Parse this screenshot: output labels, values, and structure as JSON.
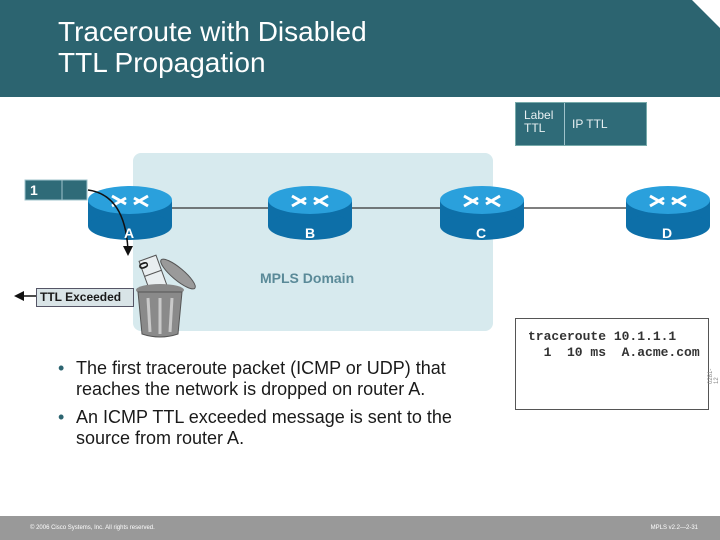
{
  "header": {
    "title_line1": "Traceroute with Disabled",
    "title_line2": "TTL Propagation"
  },
  "legend": {
    "label_ttl": "Label TTL",
    "ip_ttl": "IP TTL"
  },
  "packet": {
    "initial_ttl": "1",
    "decremented_ttl": "0"
  },
  "routers": [
    {
      "name": "A"
    },
    {
      "name": "B"
    },
    {
      "name": "C"
    },
    {
      "name": "D"
    }
  ],
  "domain_label": "MPLS Domain",
  "ttl_exceeded": "TTL Exceeded",
  "terminal": {
    "line1": "traceroute 10.1.1.1",
    "line2": "  1  10 ms  A.acme.com"
  },
  "side_code": "0281-12",
  "bullets": [
    "The first traceroute packet (ICMP or UDP) that reaches the network is dropped on router A.",
    "An ICMP TTL exceeded message is sent to the source from router A."
  ],
  "footer": {
    "copyright": "© 2006 Cisco Systems, Inc. All rights reserved.",
    "page": "MPLS v2.2—2-31"
  },
  "colors": {
    "header": "#2c6470",
    "router": "#1a8ec9",
    "domain": "#d7eaee"
  }
}
